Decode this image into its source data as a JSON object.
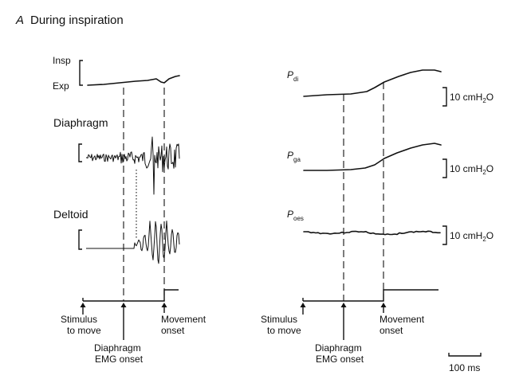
{
  "panel": {
    "letter": "A",
    "title": "During inspiration"
  },
  "left": {
    "breathing": {
      "insp_label": "Insp",
      "exp_label": "Exp"
    },
    "diaphragm_label": "Diaphragm",
    "deltoid_label": "Deltoid",
    "events": {
      "stimulus": [
        "Stimulus",
        "to move"
      ],
      "diaphragm_emg_onset": [
        "Diaphragm",
        "EMG onset"
      ],
      "movement_onset": [
        "Movement",
        "onset"
      ]
    }
  },
  "right": {
    "traces": [
      {
        "symbol": "P",
        "subscript": "di",
        "scale": "10 cmH",
        "scale_sub": "2",
        "scale_end": "O"
      },
      {
        "symbol": "P",
        "subscript": "ga",
        "scale": "10 cmH",
        "scale_sub": "2",
        "scale_end": "O"
      },
      {
        "symbol": "P",
        "subscript": "oes",
        "scale": "10 cmH",
        "scale_sub": "2",
        "scale_end": "O"
      }
    ],
    "events": {
      "stimulus": [
        "Stimulus",
        "to move"
      ],
      "diaphragm_emg_onset": [
        "Diaphragm",
        "EMG onset"
      ],
      "movement_onset": [
        "Movement",
        "onset"
      ]
    },
    "time_scale": "100 ms"
  }
}
